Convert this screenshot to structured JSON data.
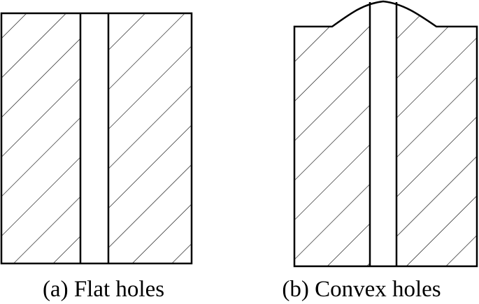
{
  "figures": [
    {
      "id": "a",
      "caption": "(a) Flat holes",
      "hole_style": "flat"
    },
    {
      "id": "b",
      "caption": "(b) Convex holes",
      "hole_style": "convex"
    }
  ],
  "colors": {
    "line": "#000000",
    "background": "#ffffff"
  }
}
